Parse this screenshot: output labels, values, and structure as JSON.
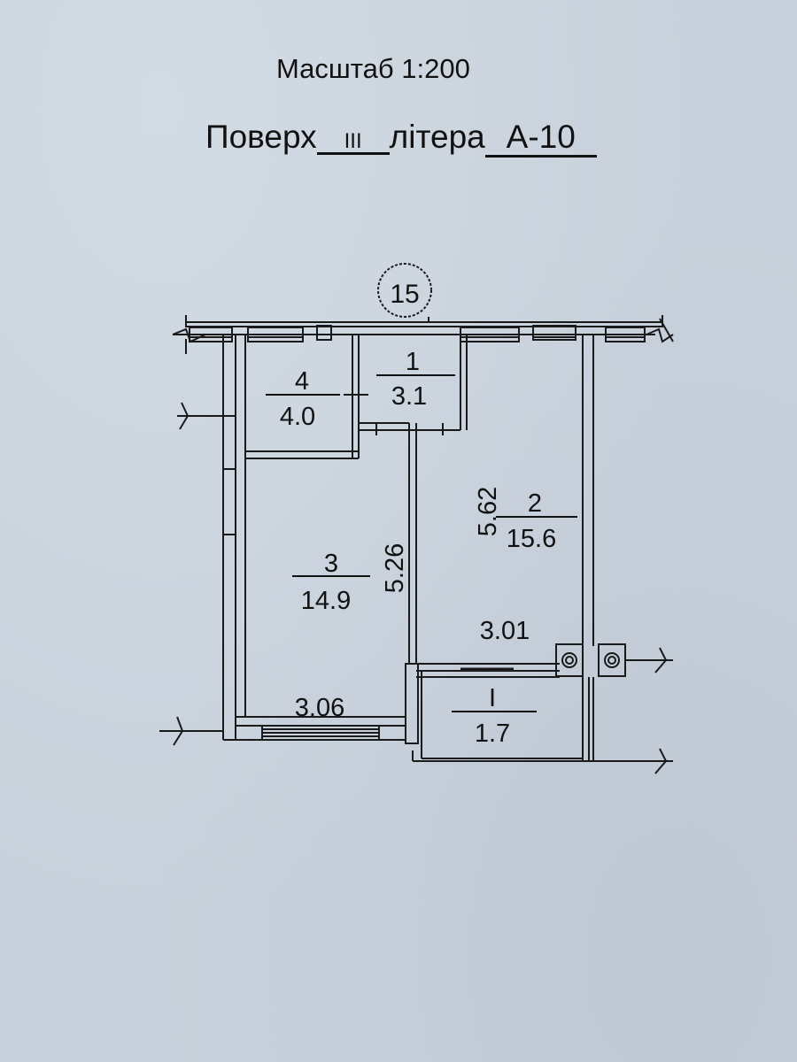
{
  "header": {
    "scale": "Масштаб 1:200",
    "floor_label": "Поверх",
    "floor_value": "III",
    "letter_label": "літера",
    "letter_value": "А-10"
  },
  "plan": {
    "axis_marker": "15",
    "rooms": [
      {
        "number": "1",
        "area": "3.1"
      },
      {
        "number": "2",
        "area": "15.6"
      },
      {
        "number": "3",
        "area": "14.9"
      },
      {
        "number": "4",
        "area": "4.0"
      },
      {
        "number": "I",
        "area": "1.7"
      }
    ],
    "dimensions": [
      "5.62",
      "5.26",
      "3.01",
      "3.06"
    ]
  }
}
